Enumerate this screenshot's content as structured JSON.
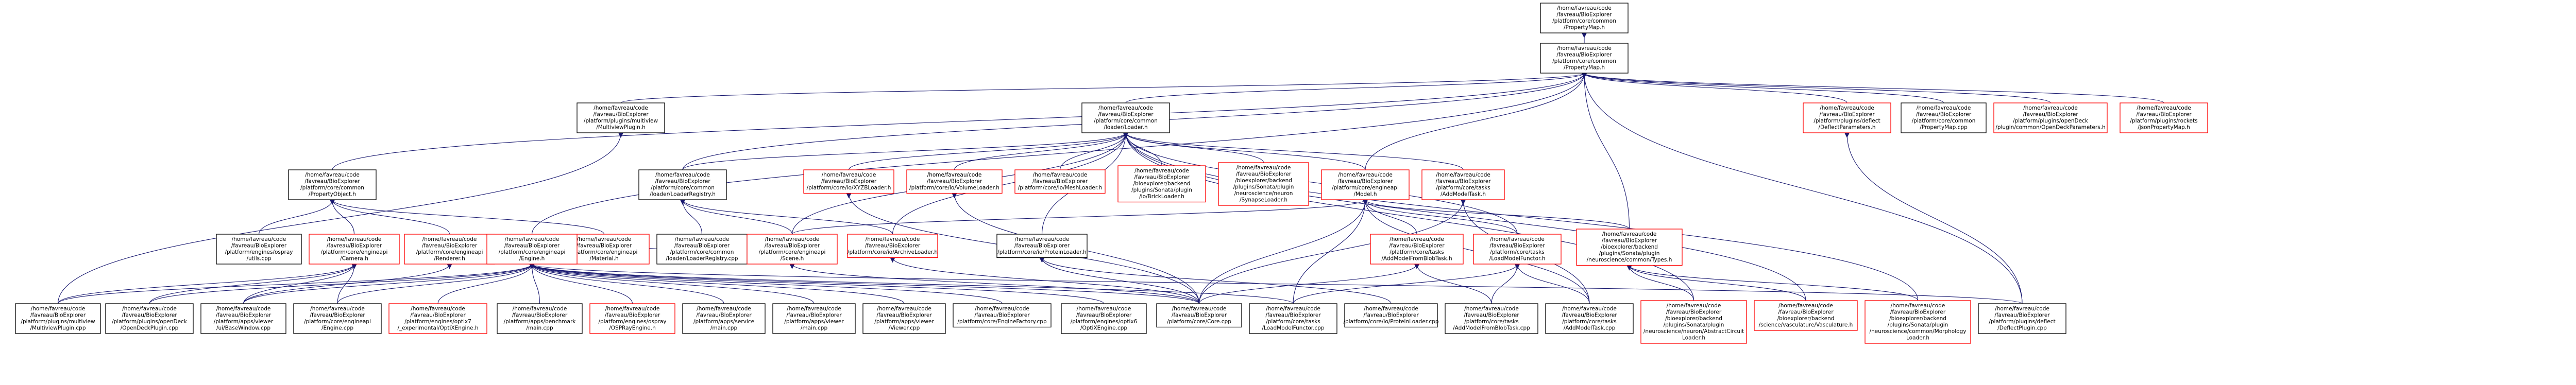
{
  "colors": {
    "edge": "#191970",
    "root_fill": "#bfbfbf",
    "node_border_default": "#000000",
    "node_border_highlight": "#ff0000"
  },
  "nodes": [
    {
      "id": "root",
      "lines": [
        "/home/favreau/code",
        "/favreau/BioExplorer",
        "/platform/core/common",
        "/PropertyMap.h"
      ],
      "style": "root"
    },
    {
      "id": "pmaph",
      "lines": [
        "/home/favreau/code",
        "/favreau/BioExplorer",
        "/platform/core/common",
        "/PropertyMap.h"
      ],
      "style": "plain"
    },
    {
      "id": "multiview_h",
      "lines": [
        "/home/favreau/code",
        "/favreau/BioExplorer",
        "/platform/plugins/multiview",
        "/MultiviewPlugin.h"
      ],
      "style": "plain"
    },
    {
      "id": "loader_h",
      "lines": [
        "/home/favreau/code",
        "/favreau/BioExplorer",
        "/platform/core/common",
        "/loader/Loader.h"
      ],
      "style": "plain"
    },
    {
      "id": "deflect_params",
      "lines": [
        "/home/favreau/code",
        "/favreau/BioExplorer",
        "/platform/plugins/deflect",
        "/DeflectParameters.h"
      ],
      "style": "red"
    },
    {
      "id": "pmap_cpp",
      "lines": [
        "/home/favreau/code",
        "/favreau/BioExplorer",
        "/platform/core/common",
        "/PropertyMap.cpp"
      ],
      "style": "plain"
    },
    {
      "id": "opendeck_params",
      "lines": [
        "/home/favreau/code",
        "/favreau/BioExplorer",
        "/platform/plugins/openDeck",
        "/plugin/common/OpenDeckParameters.h"
      ],
      "style": "red"
    },
    {
      "id": "rockets_pmap",
      "lines": [
        "/home/favreau/code",
        "/favreau/BioExplorer",
        "/platform/plugins/rockets",
        "/jsonPropertyMap.h"
      ],
      "style": "red"
    },
    {
      "id": "propobj_h",
      "lines": [
        "/home/favreau/code",
        "/favreau/BioExplorer",
        "/platform/core/common",
        "/PropertyObject.h"
      ],
      "style": "plain"
    },
    {
      "id": "loaderreg_h",
      "lines": [
        "/home/favreau/code",
        "/favreau/BioExplorer",
        "/platform/core/common",
        "/loader/LoaderRegistry.h"
      ],
      "style": "plain"
    },
    {
      "id": "xyzb_h",
      "lines": [
        "/home/favreau/code",
        "/favreau/BioExplorer",
        "/platform/core/io/XYZBLoader.h"
      ],
      "style": "red"
    },
    {
      "id": "volume_h",
      "lines": [
        "/home/favreau/code",
        "/favreau/BioExplorer",
        "/platform/core/io/VolumeLoader.h"
      ],
      "style": "red"
    },
    {
      "id": "mesh_h",
      "lines": [
        "/home/favreau/code",
        "/favreau/BioExplorer",
        "/platform/core/io/MeshLoader.h"
      ],
      "style": "red"
    },
    {
      "id": "brick_h",
      "lines": [
        "/home/favreau/code",
        "/favreau/BioExplorer",
        "/bioexplorer/backend",
        "/plugins/Sonata/plugin",
        "/io/BrickLoader.h"
      ],
      "style": "red"
    },
    {
      "id": "synapse_h",
      "lines": [
        "/home/favreau/code",
        "/favreau/BioExplorer",
        "/bioexplorer/backend",
        "/plugins/Sonata/plugin",
        "/neuroscience/neuron",
        "/SynapseLoader.h"
      ],
      "style": "red"
    },
    {
      "id": "model_h",
      "lines": [
        "/home/favreau/code",
        "/favreau/BioExplorer",
        "/platform/core/engineapi",
        "/Model.h"
      ],
      "style": "red"
    },
    {
      "id": "addmodeltask_h",
      "lines": [
        "/home/favreau/code",
        "/favreau/BioExplorer",
        "/platform/core/tasks",
        "/AddModelTask.h"
      ],
      "style": "red"
    },
    {
      "id": "jsonutils",
      "lines": [
        "/home/favreau/code",
        "/favreau/BioExplorer",
        "/platform/engines/ospray",
        "/utils.cpp"
      ],
      "style": "plain"
    },
    {
      "id": "camera_h",
      "lines": [
        "/home/favreau/code",
        "/favreau/BioExplorer",
        "/platform/core/engineapi",
        "/Camera.h"
      ],
      "style": "red"
    },
    {
      "id": "renderer_h",
      "lines": [
        "/home/favreau/code",
        "/favreau/BioExplorer",
        "/platform/core/engineapi",
        "/Renderer.h"
      ],
      "style": "red"
    },
    {
      "id": "material_h",
      "lines": [
        "/home/favreau/code",
        "/favreau/BioExplorer",
        "/platform/core/engineapi",
        "/Material.h"
      ],
      "style": "red"
    },
    {
      "id": "loaderreg_cpp",
      "lines": [
        "/home/favreau/code",
        "/favreau/BioExplorer",
        "/platform/core/common",
        "/loader/LoaderRegistry.cpp"
      ],
      "style": "plain"
    },
    {
      "id": "scene_h",
      "lines": [
        "/home/favreau/code",
        "/favreau/BioExplorer",
        "/platform/core/engineapi",
        "/Scene.h"
      ],
      "style": "red"
    },
    {
      "id": "archive_h",
      "lines": [
        "/home/favreau/code",
        "/favreau/BioExplorer",
        "/platform/core/io/ArchiveLoader.h"
      ],
      "style": "red"
    },
    {
      "id": "proteinloader_h",
      "lines": [
        "/home/favreau/code",
        "/favreau/BioExplorer",
        "/platform/core/io/ProteinLoader.h"
      ],
      "style": "plain"
    },
    {
      "id": "engine_h",
      "lines": [
        "/home/favreau/code",
        "/favreau/BioExplorer",
        "/platform/core/engineapi",
        "/Engine.h"
      ],
      "style": "red"
    },
    {
      "id": "addmodelfrombloband_h",
      "lines": [
        "/home/favreau/code",
        "/favreau/BioExplorer",
        "/platform/core/tasks",
        "/AddModelFromBlobTask.h"
      ],
      "style": "red"
    },
    {
      "id": "loadmodelfunctor_h",
      "lines": [
        "/home/favreau/code",
        "/favreau/BioExplorer",
        "/platform/core/tasks",
        "/LoadModelFunctor.h"
      ],
      "style": "red"
    },
    {
      "id": "types_h",
      "lines": [
        "/home/favreau/code",
        "/favreau/BioExplorer",
        "/bioexplorer/backend",
        "/plugins/Sonata/plugin",
        "/neuroscience/common/Types.h"
      ],
      "style": "red"
    },
    {
      "id": "multiview_cpp",
      "lines": [
        "/home/favreau/code",
        "/favreau/BioExplorer",
        "/platform/plugins/multiview",
        "/MultiviewPlugin.cpp"
      ],
      "style": "plain"
    },
    {
      "id": "opendeck_cpp",
      "lines": [
        "/home/favreau/code",
        "/favreau/BioExplorer",
        "/platform/plugins/openDeck",
        "/OpenDeckPlugin.cpp"
      ],
      "style": "plain"
    },
    {
      "id": "basewindow",
      "lines": [
        "/home/favreau/code",
        "/favreau/BioExplorer",
        "/platform/apps/viewer",
        "/ui/BaseWindow.cpp"
      ],
      "style": "plain"
    },
    {
      "id": "engine_cpp",
      "lines": [
        "/home/favreau/code",
        "/favreau/BioExplorer",
        "/platform/core/engineapi",
        "/Engine.cpp"
      ],
      "style": "plain"
    },
    {
      "id": "optix7engine",
      "lines": [
        "/home/favreau/code",
        "/favreau/BioExplorer",
        "/platform/engines/optix7",
        "/_experimental/OptiXEngine.h"
      ],
      "style": "red"
    },
    {
      "id": "benchmark",
      "lines": [
        "/home/favreau/code",
        "/favreau/BioExplorer",
        "/platform/apps/benchmark",
        "/main.cpp"
      ],
      "style": "plain"
    },
    {
      "id": "osprayengine",
      "lines": [
        "/home/favreau/code",
        "/favreau/BioExplorer",
        "/platform/engines/ospray",
        "/OSPRayEngine.h"
      ],
      "style": "red"
    },
    {
      "id": "service_main",
      "lines": [
        "/home/favreau/code",
        "/favreau/BioExplorer",
        "/platform/apps/service",
        "/main.cpp"
      ],
      "style": "plain"
    },
    {
      "id": "viewer_main",
      "lines": [
        "/home/favreau/code",
        "/favreau/BioExplorer",
        "/platform/apps/viewer",
        "/main.cpp"
      ],
      "style": "plain"
    },
    {
      "id": "viewer_cpp",
      "lines": [
        "/home/favreau/code",
        "/favreau/BioExplorer",
        "/platform/apps/viewer",
        "/Viewer.cpp"
      ],
      "style": "plain"
    },
    {
      "id": "enginefactory",
      "lines": [
        "/home/favreau/code",
        "/favreau/BioExplorer",
        "/platform/core/EngineFactory.cpp"
      ],
      "style": "plain"
    },
    {
      "id": "optix6engine",
      "lines": [
        "/home/favreau/code",
        "/favreau/BioExplorer",
        "/platform/engines/optix6",
        "/OptiXEngine.cpp"
      ],
      "style": "plain"
    },
    {
      "id": "core_cpp",
      "lines": [
        "/home/favreau/code",
        "/favreau/BioExplorer",
        "/platform/core/Core.cpp"
      ],
      "style": "plain"
    },
    {
      "id": "loadmodelfunctor_cpp",
      "lines": [
        "/home/favreau/code",
        "/favreau/BioExplorer",
        "/platform/core/tasks",
        "/LoadModelFunctor.cpp"
      ],
      "style": "plain"
    },
    {
      "id": "proteinloader_cpp",
      "lines": [
        "/home/favreau/code",
        "/favreau/BioExplorer",
        "/platform/core/io/ProteinLoader.cpp"
      ],
      "style": "plain"
    },
    {
      "id": "addmodelfromblob_cpp",
      "lines": [
        "/home/favreau/code",
        "/favreau/BioExplorer",
        "/platform/core/tasks",
        "/AddModelFromBlobTask.cpp"
      ],
      "style": "plain"
    },
    {
      "id": "addmodeltask_cpp",
      "lines": [
        "/home/favreau/code",
        "/favreau/BioExplorer",
        "/platform/core/tasks",
        "/AddModelTask.cpp"
      ],
      "style": "plain"
    },
    {
      "id": "abstractcircuit",
      "lines": [
        "/home/favreau/code",
        "/favreau/BioExplorer",
        "/bioexplorer/backend",
        "/plugins/Sonata/plugin",
        "/neuroscience/neuron/AbstractCircuit",
        "Loader.h"
      ],
      "style": "red"
    },
    {
      "id": "vasculature",
      "lines": [
        "/home/favreau/code",
        "/favreau/BioExplorer",
        "/bioexplorer/backend",
        "/science/vasculature/Vasculature.h"
      ],
      "style": "red"
    },
    {
      "id": "morphology",
      "lines": [
        "/home/favreau/code",
        "/favreau/BioExplorer",
        "/bioexplorer/backend",
        "/plugins/Sonata/plugin",
        "/neuroscience/common/Morphology",
        "Loader.h"
      ],
      "style": "red"
    },
    {
      "id": "deflectplugin_cpp",
      "lines": [
        "/home/favreau/code",
        "/favreau/BioExplorer",
        "/platform/plugins/deflect",
        "/DeflectPlugin.cpp"
      ],
      "style": "plain"
    }
  ]
}
